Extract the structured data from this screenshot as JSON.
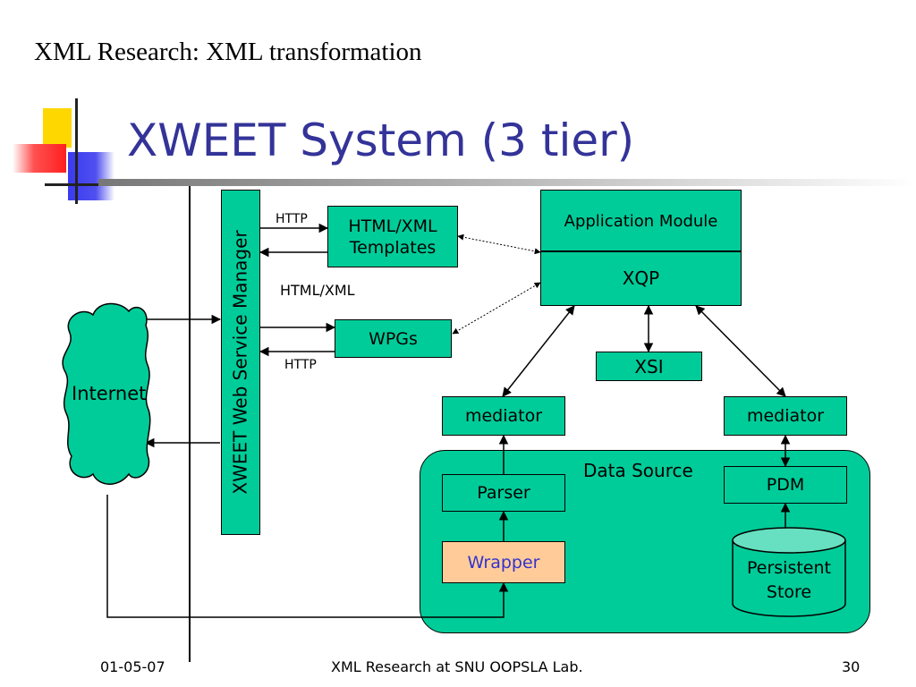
{
  "slide": {
    "supertitle": "XML Research: XML transformation",
    "title": "XWEET System (3 tier)"
  },
  "diagram": {
    "web_service_manager": "XWEET Web Service Manager",
    "internet": "Internet",
    "html_xml_templates": "HTML/XML Templates",
    "wpgs": "WPGs",
    "http_top": "HTTP",
    "http_bottom": "HTTP",
    "html_xml_label": "HTML/XML",
    "application_module": "Application Module",
    "xqp": "XQP",
    "xsi": "XSI",
    "mediator_left": "mediator",
    "mediator_right": "mediator",
    "data_source": "Data Source",
    "parser": "Parser",
    "wrapper": "Wrapper",
    "pdm": "PDM",
    "persistent_store": "Persistent Store"
  },
  "footer": {
    "date": "01-05-07",
    "center": "XML Research at SNU OOPSLA Lab.",
    "page": "30"
  },
  "colors": {
    "box_fill": "#00cc99",
    "wrapper_fill": "#ffcc99",
    "wrapper_text": "#3333cc",
    "title_color": "#333399"
  }
}
